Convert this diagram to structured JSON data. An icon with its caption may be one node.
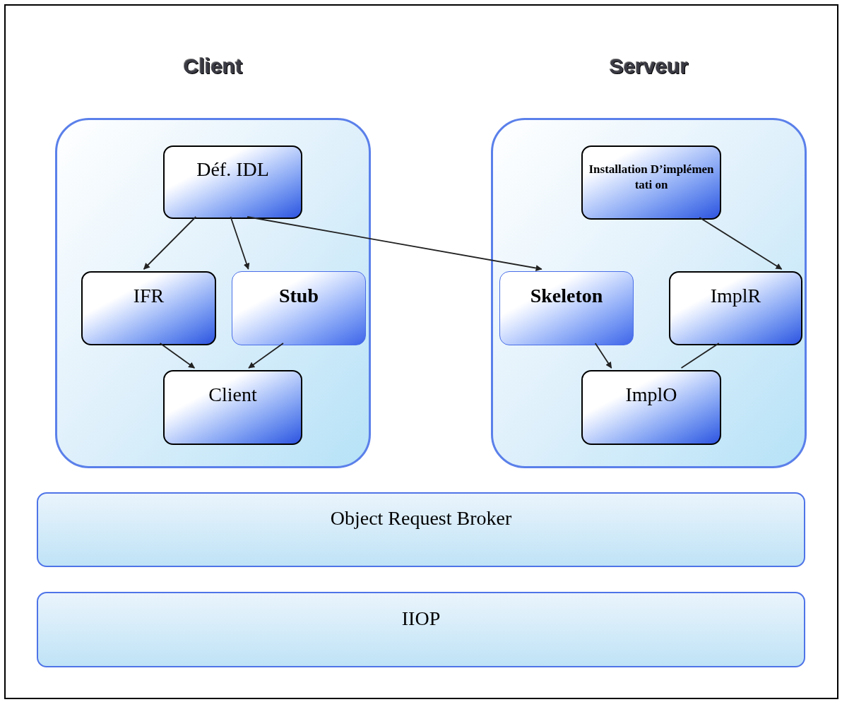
{
  "diagram": {
    "nodes": [
      {
        "text": [
          "Client"
        ]
      },
      {
        "text": [
          "Serveur"
        ]
      },
      {
        "text": [
          "Déf.  IDL"
        ],
        "in": 0
      },
      {
        "text": [
          "IFR"
        ],
        "in": 0
      },
      {
        "text": [
          "Stub"
        ],
        "in": 0
      },
      {
        "text": [
          "Client"
        ],
        "in": 0
      },
      {
        "text": [
          "Installation D’implémentati on"
        ],
        "in": 1
      },
      {
        "text": [
          "Skeleton"
        ],
        "in": 1
      },
      {
        "text": [
          "ImplR"
        ],
        "in": 1
      },
      {
        "text": [
          "ImplO"
        ],
        "in": 1
      },
      {
        "text": [
          "Object Request Broker"
        ]
      },
      {
        "text": [
          "IIOP"
        ]
      }
    ],
    "edges": [
      {
        "from": 2,
        "to": 3,
        "arrow": "to"
      },
      {
        "from": 2,
        "to": 4,
        "arrow": "to"
      },
      {
        "from": 2,
        "to": 7,
        "arrow": "to"
      },
      {
        "from": 3,
        "to": 5,
        "arrow": "to"
      },
      {
        "from": 4,
        "to": 5,
        "arrow": "to"
      },
      {
        "from": 6,
        "to": 8,
        "arrow": "to"
      },
      {
        "from": 7,
        "to": 9,
        "arrow": "to"
      },
      {
        "from": 8,
        "to": 9,
        "arrow": "none"
      }
    ]
  }
}
